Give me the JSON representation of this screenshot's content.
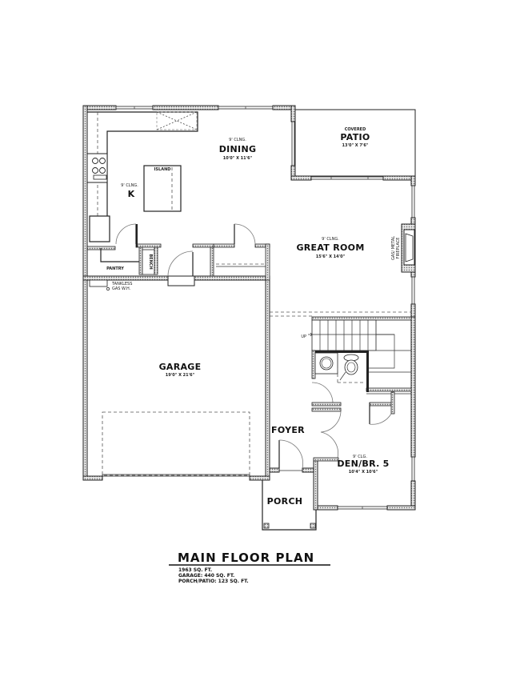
{
  "plan": {
    "title": "MAIN FLOOR PLAN",
    "stats": {
      "living_area": "1963 SQ. FT.",
      "garage": "GARAGE: 440 SQ. FT.",
      "porch_patio": "PORCH/PATIO: 123 SQ. FT."
    }
  },
  "rooms": {
    "dining": {
      "ceiling": "9' CLNG.",
      "name": "DINING",
      "size": "10'0\" X 11'6\""
    },
    "kitchen": {
      "ceiling": "9' CLNG.",
      "name": "K",
      "island": "ISLAND"
    },
    "patio": {
      "sub": "COVERED",
      "name": "PATIO",
      "size": "13'0\" X 7'6\""
    },
    "great_room": {
      "ceiling": "9' CLNG.",
      "name": "GREAT ROOM",
      "size": "15'6\" X 14'0\""
    },
    "fireplace": {
      "line1": "GAS/ METAL",
      "line2": "FIREPLACE"
    },
    "pantry": {
      "name": "PANTRY"
    },
    "bench": {
      "name": "BENCH"
    },
    "water_heater": {
      "line1": "TANKLESS",
      "line2": "GAS W.H."
    },
    "garage": {
      "name": "GARAGE",
      "size": "19'0\" X 21'6\""
    },
    "foyer": {
      "name": "FOYER"
    },
    "porch": {
      "name": "PORCH"
    },
    "den": {
      "ceiling": "9' CLG.",
      "name": "DEN/BR. 5",
      "size": "10'4\" X 10'6\""
    },
    "stairs": {
      "label": "UP"
    }
  }
}
